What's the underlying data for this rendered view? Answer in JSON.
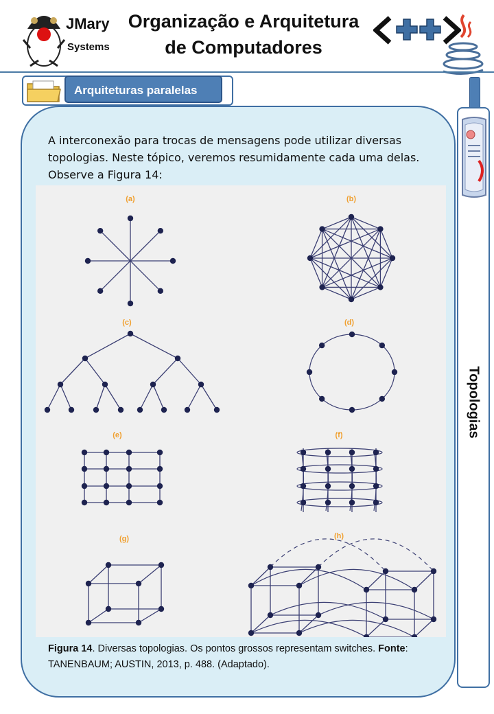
{
  "header": {
    "logo_name": "JMary",
    "logo_sub": "Systems",
    "title_line1": "Organização e Arquitetura",
    "title_line2": "de Computadores",
    "cpp_logo_text": "<++>",
    "icons": [
      "mascot-icon",
      "cpp-logo-icon",
      "java-logo-icon"
    ]
  },
  "section": {
    "tab_label": "Arquiteturas paralelas",
    "icon": "folder-icon"
  },
  "sidebar": {
    "label": "Topologias",
    "icon": "newspaper-icon"
  },
  "main": {
    "intro": "A interconexão para trocas de mensagens pode utilizar diversas topologias. Neste tópico, veremos resumidamente cada uma delas. Observe a Figura 14:",
    "figure": {
      "panel_labels": [
        "(a)",
        "(b)",
        "(c)",
        "(d)",
        "(e)",
        "(f)",
        "(g)",
        "(h)"
      ],
      "label_color": "#f0a030",
      "line_color": "#3b3f73",
      "node_color": "#1e2350"
    },
    "caption": {
      "fig_label": "Figura 14",
      "fig_text": ". Diversas topologias. Os pontos grossos representam switches. ",
      "source_label": "Fonte",
      "source_text": ": TANENBAUM; AUSTIN, 2013, p. 488. (Adaptado)."
    }
  },
  "colors": {
    "accent": "#4e7fb5",
    "border": "#3f6fa3",
    "panel_bg": "#daeef6",
    "figure_bg": "#f0f0f0"
  }
}
